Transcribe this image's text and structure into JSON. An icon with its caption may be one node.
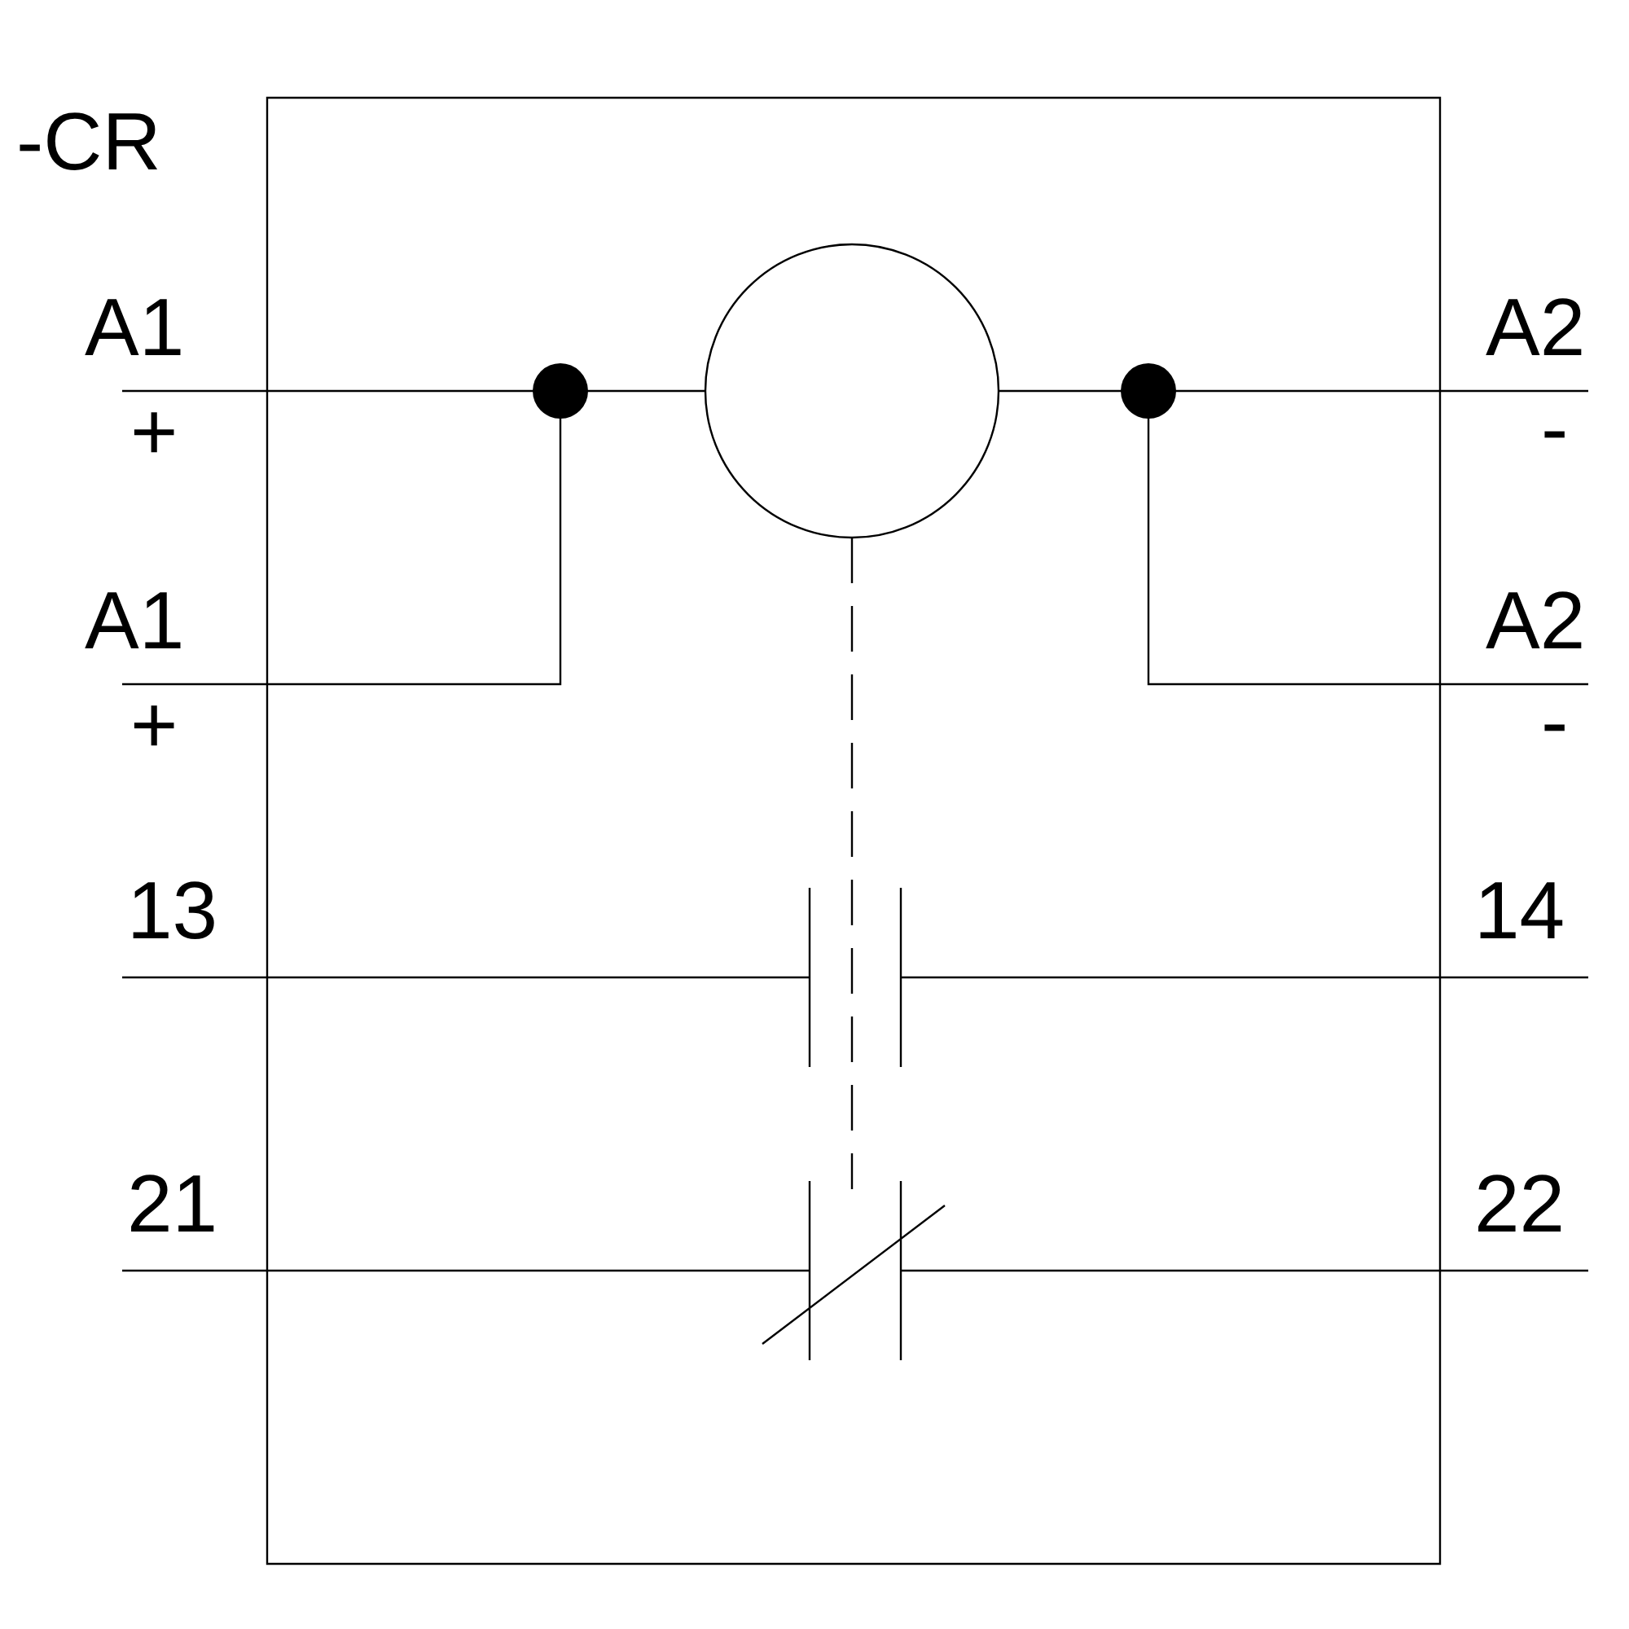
{
  "diagram": {
    "labels": [
      "-CR",
      "A1",
      "+",
      "A2",
      "-",
      "A1",
      "+",
      "A2",
      "-",
      "13",
      "14",
      "21",
      "22"
    ]
  }
}
